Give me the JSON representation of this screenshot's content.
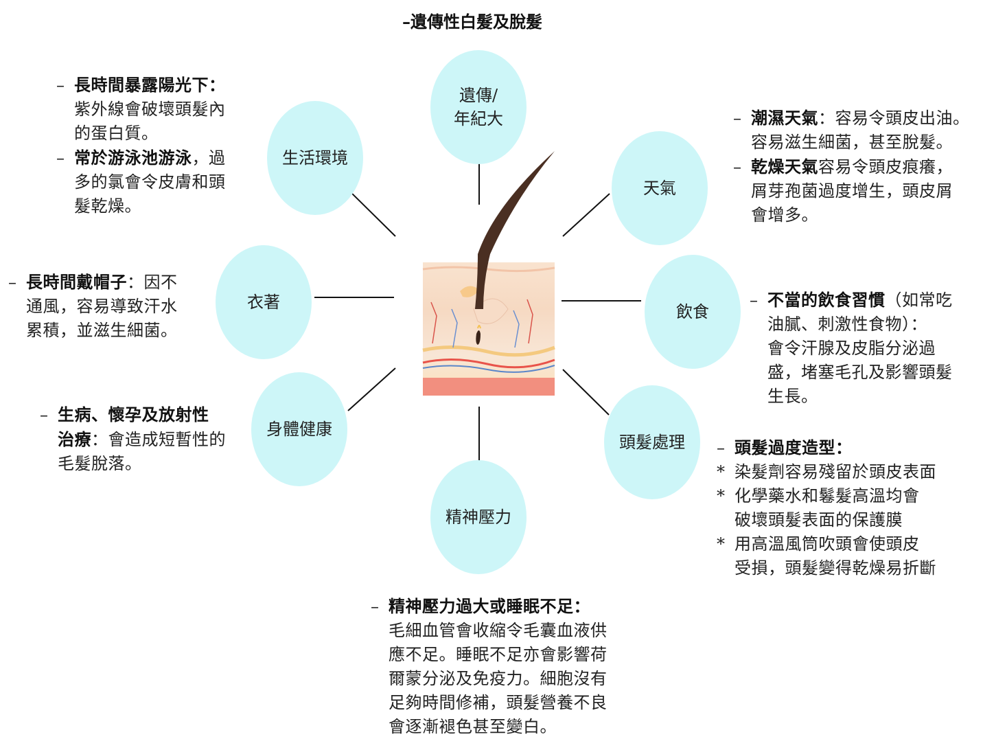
{
  "title": "遺傳性白髮及脫髮",
  "bubbles": {
    "heredity": [
      "遺傳/",
      "年紀大"
    ],
    "lifestyle": "生活環境",
    "weather": "天氣",
    "clothing": "衣著",
    "diet": "飲食",
    "health": "身體健康",
    "hair_treatment": "頭髮處理",
    "stress": "精神壓力"
  },
  "notes": {
    "lifestyle": {
      "item1_bold": "長時間暴露陽光下",
      "item1_colon": "：",
      "item1_l2": "紫外線會破壞頭髮內",
      "item1_l3": "的蛋白質。",
      "item2_bold": "常於游泳池游泳",
      "item2_rest": "，過",
      "item2_l2": "多的氯會令皮膚和頭",
      "item2_l3": "髮乾燥。"
    },
    "weather": {
      "item1_bold": "潮濕天氣",
      "item1_rest": "：容易令頭皮出油。",
      "item1_l2": "容易滋生細菌，甚至脫髮。",
      "item2_bold": "乾燥天氣",
      "item2_rest": "容易令頭皮痕癢，",
      "item2_l2": "屑芽孢菌過度增生，頭皮屑",
      "item2_l3": "會增多。"
    },
    "clothing": {
      "item1_bold": "長時間戴帽子",
      "item1_rest": "：因不",
      "item1_l2": "通風，容易導致汗水",
      "item1_l3": "累積，並滋生細菌。"
    },
    "diet": {
      "item1_bold": "不當的飲食習慣",
      "item1_rest": "（如常吃",
      "item1_l2": "油膩、刺激性食物）：",
      "item1_l3": "會令汗腺及皮脂分泌過",
      "item1_l4": "盛，堵塞毛孔及影響頭髮",
      "item1_l5": "生長。"
    },
    "health": {
      "item1_bold": "生病、懷孕及放射性",
      "item1_l2_bold": "治療",
      "item1_l2_rest": "：會造成短暫性的",
      "item1_l3": "毛髮脫落。"
    },
    "hair_treatment": {
      "item1_bold": "頭髮過度造型",
      "item1_colon": "：",
      "star1": "染髮劑容易殘留於頭皮表面",
      "star2": "化學藥水和鬈髮高溫均會",
      "star2_l2": "破壞頭髮表面的保護膜",
      "star3": "用高溫風筒吹頭會使頭皮",
      "star3_l2": "受損，頭髮變得乾燥易折斷"
    },
    "stress": {
      "item1_bold": "精神壓力過大或睡眠不足",
      "item1_colon": "：",
      "l2": "毛細血管會收縮令毛囊血液供",
      "l3": "應不足。睡眠不足亦會影響荷",
      "l4": "爾蒙分泌及免疫力。細胞沒有",
      "l5": "足夠時間修補，頭髮營養不良",
      "l6": "會逐漸褪色甚至變白。"
    }
  },
  "colors": {
    "bubble": "#cdf6f8",
    "skin_top": "#f6d9c2",
    "hair": "#4a2f22"
  },
  "icons": {
    "center": "hair-follicle-skin-illustration"
  }
}
